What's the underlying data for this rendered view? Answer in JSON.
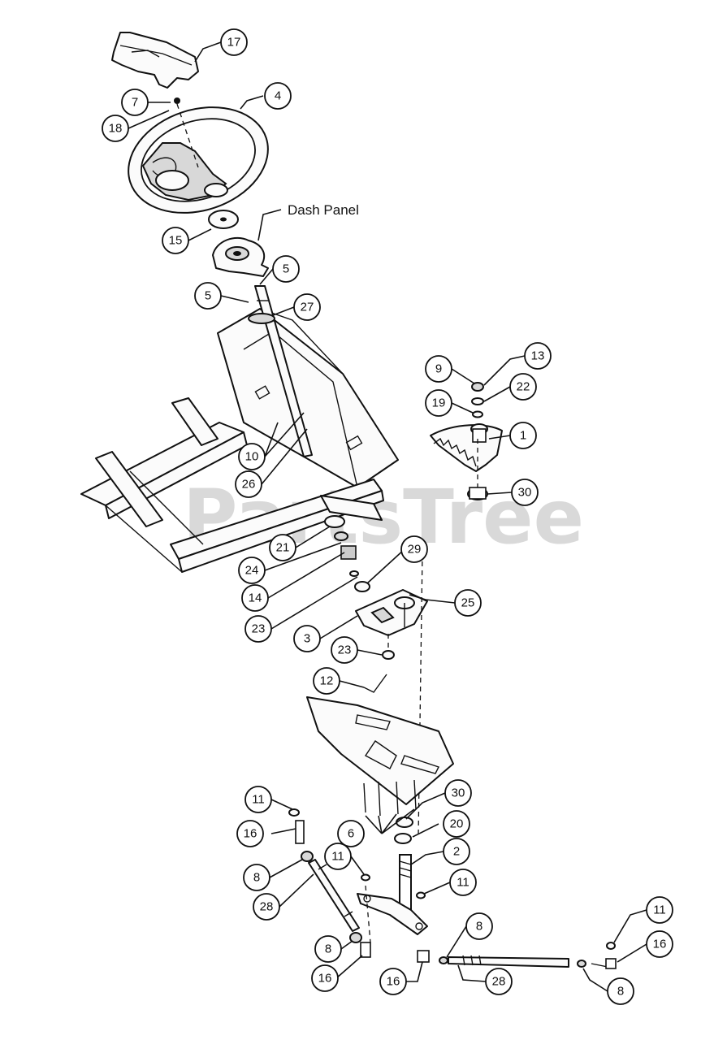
{
  "watermark": "PartsTree",
  "dash_panel_label": "Dash Panel",
  "callouts": {
    "c17": "17",
    "c4": "4",
    "c7": "7",
    "c18": "18",
    "c15": "15",
    "c5a": "5",
    "c5b": "5",
    "c27": "27",
    "c9": "9",
    "c13": "13",
    "c22": "22",
    "c19": "19",
    "c1": "1",
    "c10": "10",
    "c26": "26",
    "c30a": "30",
    "c21": "21",
    "c29": "29",
    "c24": "24",
    "c25": "25",
    "c14": "14",
    "c23a": "23",
    "c3": "3",
    "c23b": "23",
    "c12": "12",
    "c11a": "11",
    "c30b": "30",
    "c16a": "16",
    "c6": "6",
    "c20": "20",
    "c8a": "8",
    "c11b": "11",
    "c2": "2",
    "c11c": "11",
    "c28a": "28",
    "c11d": "11",
    "c8b": "8",
    "c8c": "8",
    "c16b": "16",
    "c16c": "16",
    "c16d": "16",
    "c28b": "28",
    "c8d": "8"
  }
}
